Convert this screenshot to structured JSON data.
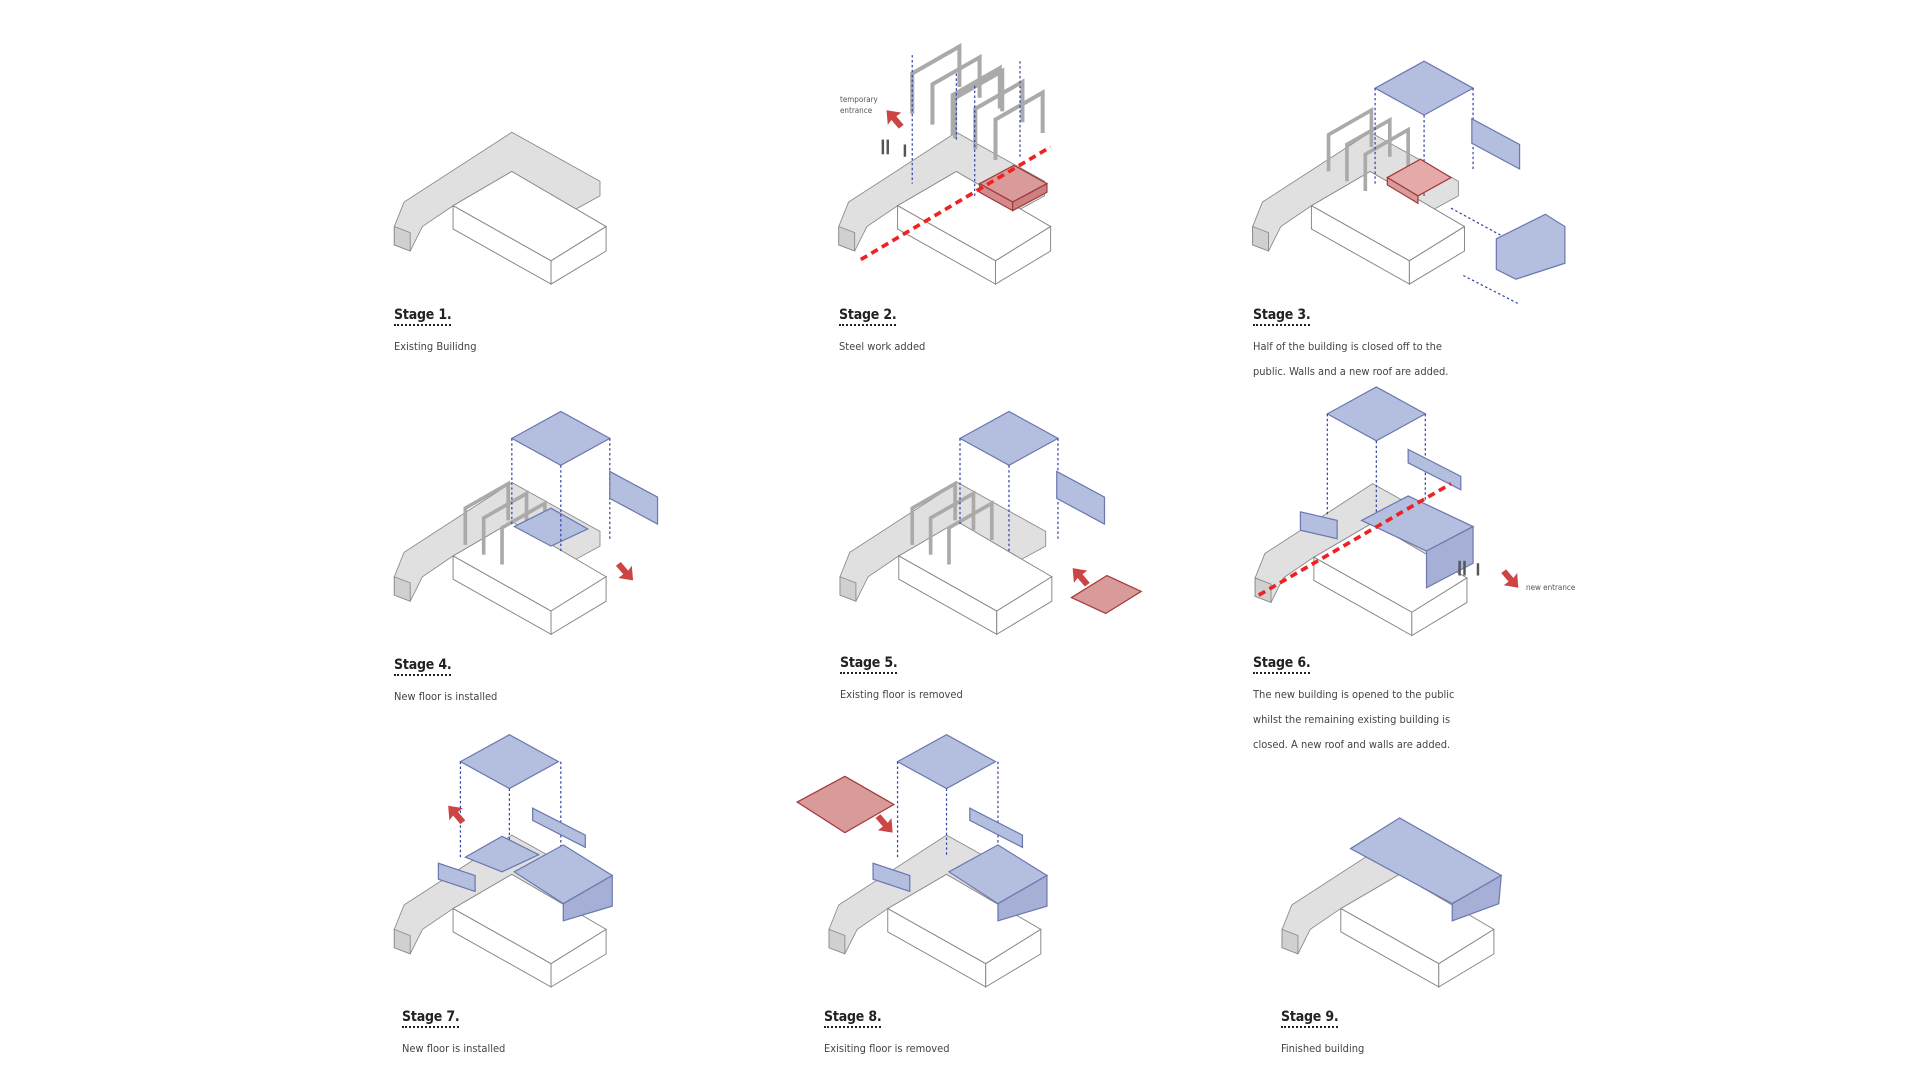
{
  "colors": {
    "roof_blue": "#b4bedf",
    "blue_edge": "#6c78b0",
    "red_fill": "#d99a9a",
    "red_edge": "#a33a3a",
    "red_dash": "#ee2222",
    "gray_fill": "#e0e0e0"
  },
  "annotations": {
    "temporary_entrance": "temporary entrance",
    "new_entrance": "new entrance"
  },
  "stages": [
    {
      "title": "Stage 1.",
      "desc": [
        "Existing Builidng"
      ]
    },
    {
      "title": "Stage 2.",
      "desc": [
        "Steel work added"
      ]
    },
    {
      "title": "Stage 3.",
      "desc": [
        "Half of the building is closed off to the",
        "public. Walls and a new roof are added."
      ]
    },
    {
      "title": "Stage 4.",
      "desc": [
        "New floor is installed"
      ]
    },
    {
      "title": "Stage 5.",
      "desc": [
        "Existing floor is removed"
      ]
    },
    {
      "title": "Stage 6.",
      "desc": [
        "The new building is opened to the public",
        "whilst the remaining existing building is",
        "closed. A new roof and walls are added."
      ]
    },
    {
      "title": "Stage 7.",
      "desc": [
        "New floor is installed"
      ]
    },
    {
      "title": "Stage 8.",
      "desc": [
        "Exisiting floor is removed"
      ]
    },
    {
      "title": "Stage 9.",
      "desc": [
        "Finished building"
      ]
    }
  ]
}
